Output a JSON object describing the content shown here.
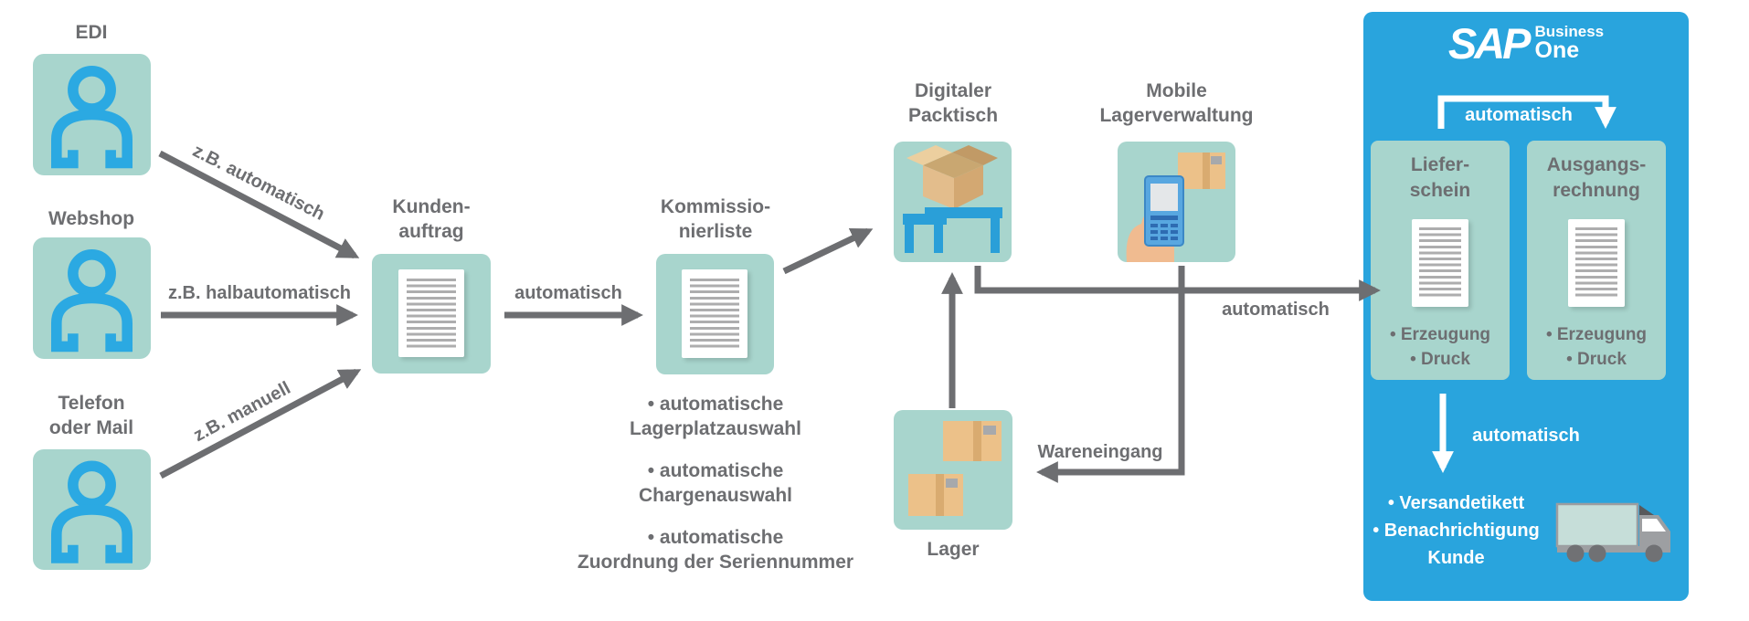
{
  "colors": {
    "panel_blue": "#29a4dd",
    "tile_teal": "#a8d5cd",
    "person_blue": "#2ba9e2",
    "table_blue": "#2a9fd8",
    "arrow_gray": "#6d6e71",
    "text_gray": "#6d6e71",
    "carton_tan": "#ecc189",
    "white": "#ffffff"
  },
  "sources": [
    {
      "label": "EDI",
      "arrow_label": "z.B. automatisch"
    },
    {
      "label": "Webshop",
      "arrow_label": "z.B. halbautomatisch"
    },
    {
      "label": "Telefon\noder Mail",
      "arrow_label": "z.B. manuell"
    }
  ],
  "kundenauftrag": {
    "label": "Kunden-\nauftrag"
  },
  "arrows": {
    "kunden_to_komm": "automatisch",
    "to_sap": "automatisch",
    "wareneingang": "Wareneingang"
  },
  "kommissionierliste": {
    "label": "Kommissio-\nnierliste",
    "bullets": [
      "• automatische\nLagerplatzauswahl",
      "• automatische\nChargenauswahl",
      "• automatische\nZuordnung der Seriennummer"
    ]
  },
  "packtisch": {
    "label": "Digitaler\nPacktisch"
  },
  "mobile_lager": {
    "label": "Mobile\nLagerverwaltung"
  },
  "lager": {
    "label": "Lager"
  },
  "sap_panel": {
    "logo": {
      "sap": "SAP",
      "business": "Business",
      "one": "One"
    },
    "top_arrow_label": "automatisch",
    "cards": [
      {
        "title": "Liefer-\nschein",
        "bullets": [
          "• Erzeugung",
          "• Druck"
        ]
      },
      {
        "title": "Ausgangs-\nrechnung",
        "bullets": [
          "• Erzeugung",
          "• Druck"
        ]
      }
    ],
    "bottom_arrow_label": "automatisch",
    "outputs": "• Versandetikett\n• Benachrichtigung\nKunde"
  }
}
